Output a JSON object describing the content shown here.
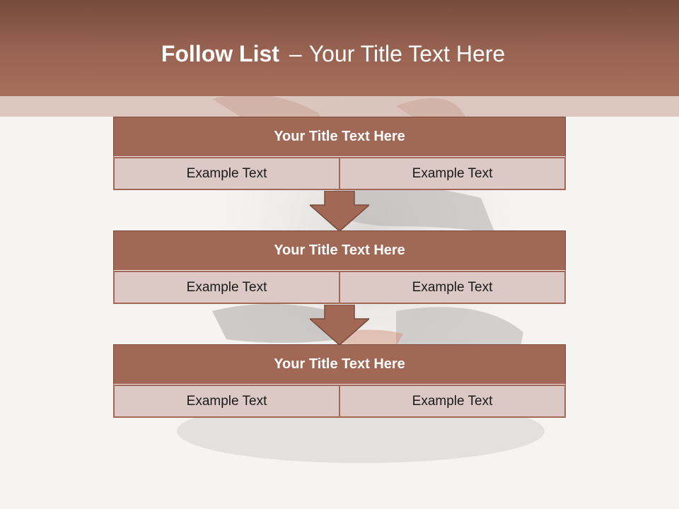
{
  "slide": {
    "title_bold": "Follow List",
    "title_separator": "–",
    "title_rest": "Your Title Text Here"
  },
  "blocks": [
    {
      "title": "Your Title Text Here",
      "left_text": "Example Text",
      "right_text": "Example Text"
    },
    {
      "title": "Your Title Text Here",
      "left_text": "Example Text",
      "right_text": "Example Text"
    },
    {
      "title": "Your Title Text Here",
      "left_text": "Example Text",
      "right_text": "Example Text"
    }
  ],
  "colors": {
    "accent": "#a06855",
    "header_dark": "#764b3c",
    "cell_fill": "#dcc8c4"
  }
}
